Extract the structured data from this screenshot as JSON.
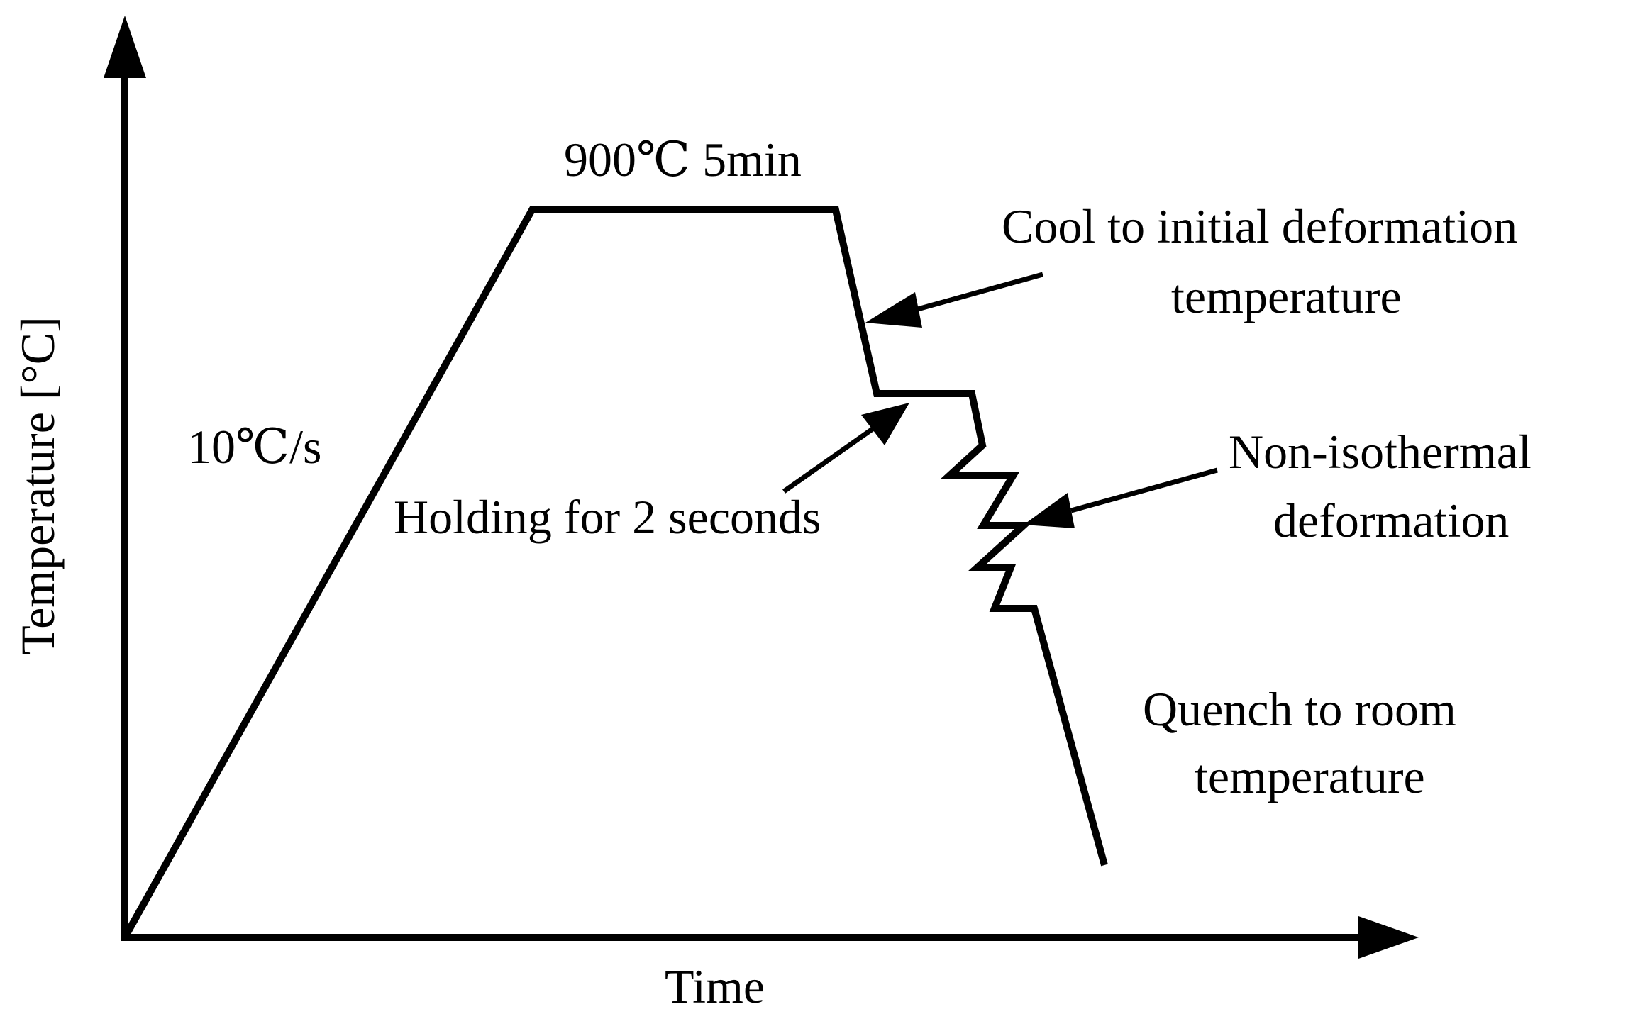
{
  "diagram": {
    "y_axis_label": "Temperature [°C]",
    "x_axis_label": "Time",
    "heating_rate_label": "10℃/s",
    "hold_label": "900℃ 5min",
    "cool_label_line1": "Cool to initial deformation",
    "cool_label_line2": "temperature",
    "holding_label": "Holding for 2 seconds",
    "deformation_label_line1": "Non-isothermal",
    "deformation_label_line2": "deformation",
    "quench_label_line1": "Quench to room",
    "quench_label_line2": "temperature",
    "line_color": "#000000",
    "background": "#ffffff"
  }
}
